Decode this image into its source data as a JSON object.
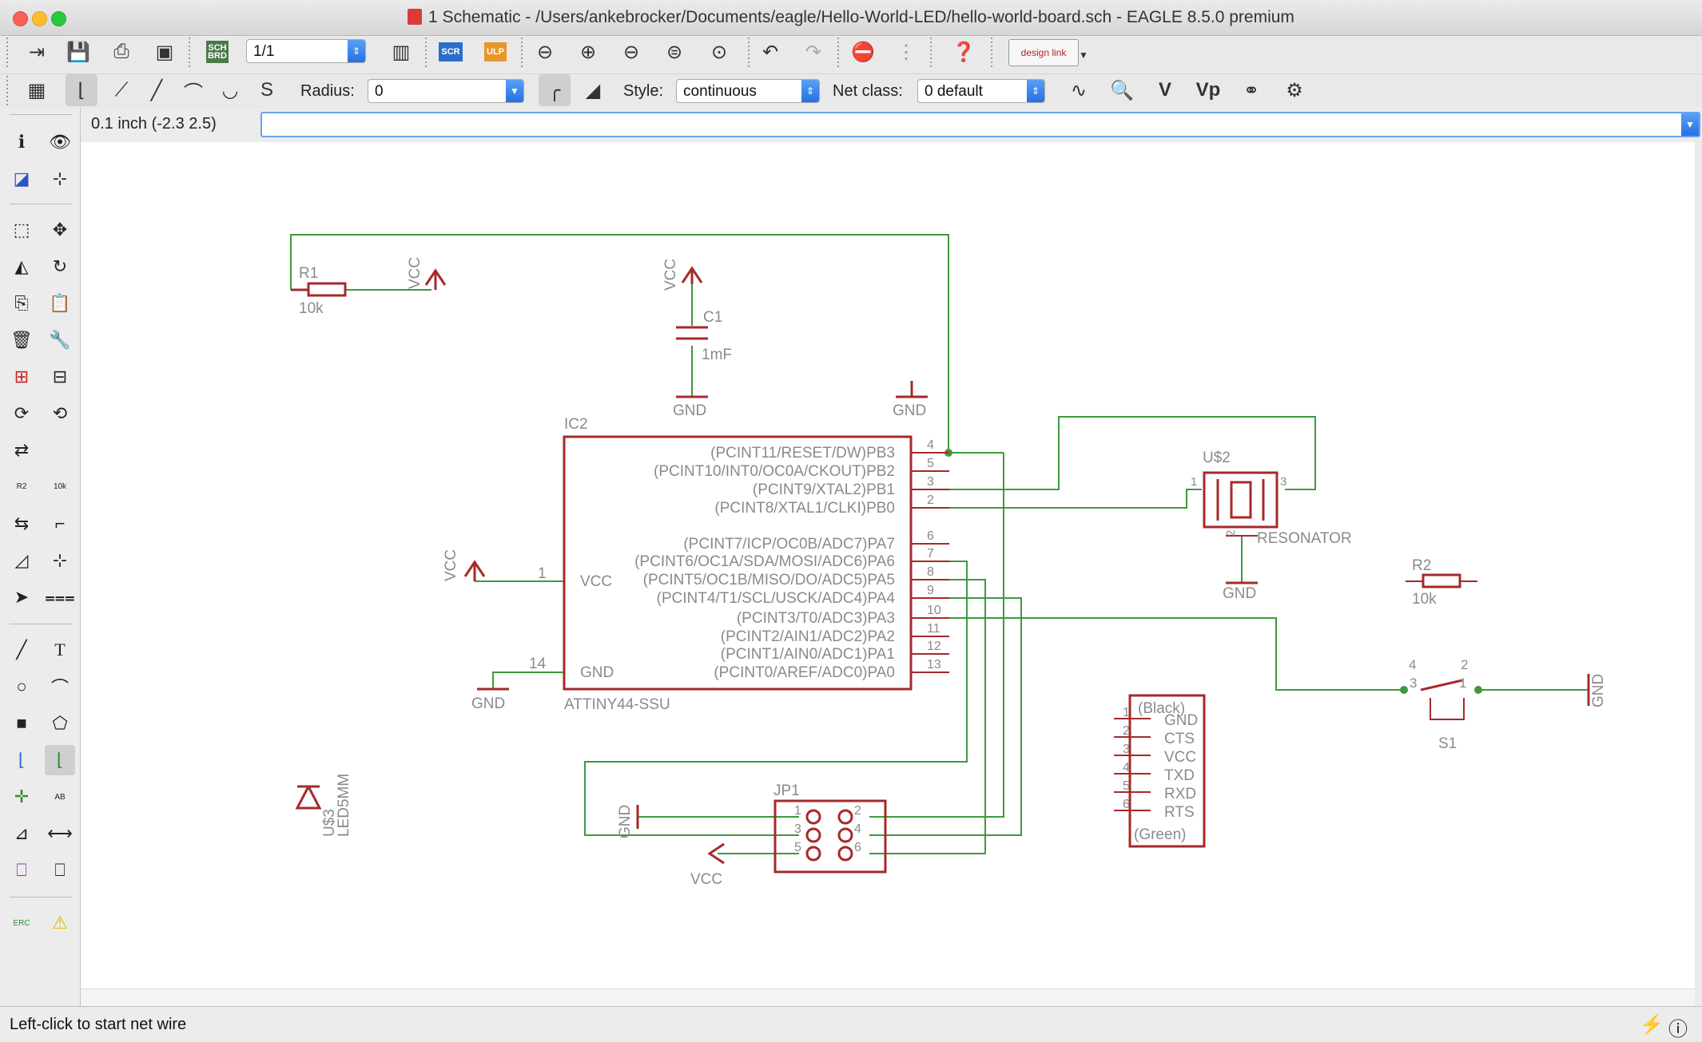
{
  "window": {
    "title": "1 Schematic - /Users/ankebrocker/Documents/eagle/Hello-World-LED/hello-world-board.sch - EAGLE 8.5.0 premium"
  },
  "toolbar1": {
    "sheet_value": "1/1",
    "scr_label": "SCR",
    "ulp_label": "ULP",
    "sch_brd_label": "SCH BRD",
    "designlink_label": "design link"
  },
  "toolbar2": {
    "radius_label": "Radius:",
    "radius_value": "0",
    "style_label": "Style:",
    "style_value": "continuous",
    "netclass_label": "Net class:",
    "netclass_value": "0 default",
    "v_label": "V",
    "vp_label": "Vp"
  },
  "command": {
    "coordinate": "0.1 inch (-2.3 2.5)",
    "input_value": ""
  },
  "palette": {
    "text_tool_label": "T",
    "r2_label": "R2",
    "r2_value": "10k",
    "erc_label": "ERC",
    "ab_label": "AB"
  },
  "status": {
    "message": "Left-click to start net wire"
  },
  "colors": {
    "part": "#a52a2a",
    "net": "#3d9a3d",
    "label": "#8a8a8a",
    "canvas": "#ffffff"
  },
  "schematic": {
    "r1": {
      "name": "R1",
      "value": "10k"
    },
    "r2": {
      "name": "R2",
      "value": "10k"
    },
    "c1": {
      "name": "C1",
      "value": "1mF"
    },
    "ic2": {
      "name": "IC2",
      "part": "ATTINY44-SSU",
      "vcc_pin": "VCC",
      "gnd_pin": "GND",
      "vcc_pin_num": "1",
      "gnd_pin_num": "14",
      "right_pins": [
        {
          "label": "(PCINT11/RESET/DW)PB3",
          "num": "4"
        },
        {
          "label": "(PCINT10/INT0/OC0A/CKOUT)PB2",
          "num": "5"
        },
        {
          "label": "(PCINT9/XTAL2)PB1",
          "num": "3"
        },
        {
          "label": "(PCINT8/XTAL1/CLKI)PB0",
          "num": "2"
        },
        {
          "label": "(PCINT7/ICP/OC0B/ADC7)PA7",
          "num": "6"
        },
        {
          "label": "(PCINT6/OC1A/SDA/MOSI/ADC6)PA6",
          "num": "7"
        },
        {
          "label": "(PCINT5/OC1B/MISO/DO/ADC5)PA5",
          "num": "8"
        },
        {
          "label": "(PCINT4/T1/SCL/USCK/ADC4)PA4",
          "num": "9"
        },
        {
          "label": "(PCINT3/T0/ADC3)PA3",
          "num": "10"
        },
        {
          "label": "(PCINT2/AIN1/ADC2)PA2",
          "num": "11"
        },
        {
          "label": "(PCINT1/AIN0/ADC1)PA1",
          "num": "12"
        },
        {
          "label": "(PCINT0/AREF/ADC0)PA0",
          "num": "13"
        }
      ]
    },
    "u2": {
      "name": "U$2",
      "part": "RESONATOR",
      "pin1": "1",
      "pin2": "2",
      "pin3": "3"
    },
    "s1": {
      "name": "S1",
      "pin4": "4",
      "pin2": "2",
      "pin3": "3",
      "pin1": "1"
    },
    "jp1": {
      "name": "JP1",
      "pins": [
        "1",
        "2",
        "3",
        "4",
        "5",
        "6"
      ]
    },
    "u3": {
      "name": "U$3",
      "part": "LED5MM"
    },
    "ftdi": {
      "top": "(Black)",
      "bottom": "(Green)",
      "pins": [
        {
          "num": "1",
          "label": "GND"
        },
        {
          "num": "2",
          "label": "CTS"
        },
        {
          "num": "3",
          "label": "VCC"
        },
        {
          "num": "4",
          "label": "TXD"
        },
        {
          "num": "5",
          "label": "RXD"
        },
        {
          "num": "6",
          "label": "RTS"
        }
      ]
    },
    "supplies": {
      "vcc": "VCC",
      "gnd": "GND"
    }
  }
}
